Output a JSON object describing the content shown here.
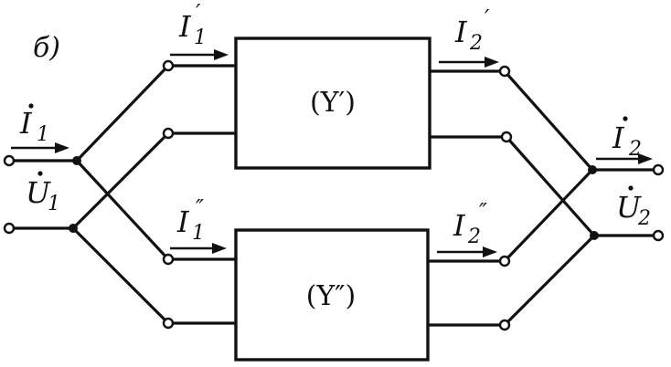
{
  "diagram": {
    "panel_label": "б)",
    "block_top_label": "(Y′)",
    "block_bottom_label": "(Y″)",
    "labels": {
      "I1": {
        "main": "I",
        "sub": "1"
      },
      "U1": {
        "main": "U",
        "sub": "1"
      },
      "I1p": {
        "main": "I",
        "sub": "1",
        "prime": "′"
      },
      "I1pp": {
        "main": "I",
        "sub": "1",
        "prime": "″"
      },
      "I2p": {
        "main": "I",
        "sub": "2",
        "prime": "′"
      },
      "I2pp": {
        "main": "I",
        "sub": "2",
        "prime": "″"
      },
      "I2": {
        "main": "I",
        "sub": "2"
      },
      "U2": {
        "main": "U",
        "sub": "2"
      }
    }
  }
}
